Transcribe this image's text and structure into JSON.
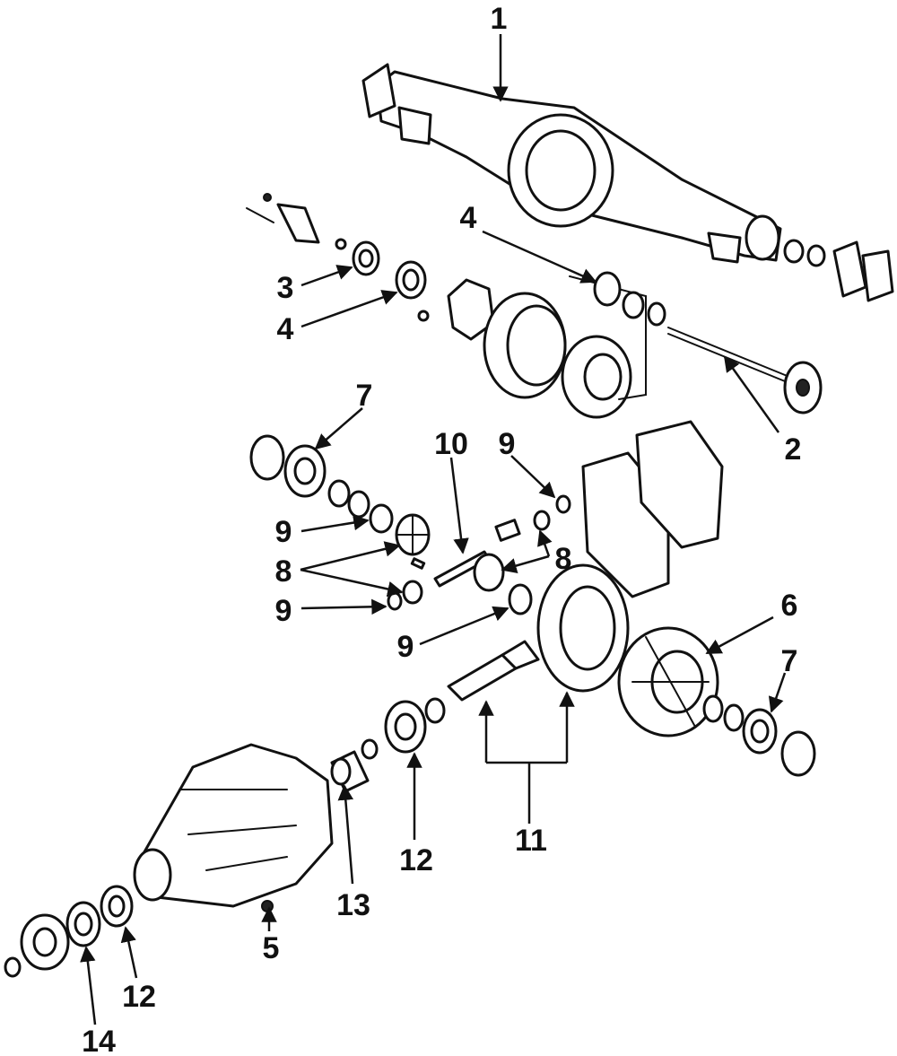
{
  "callouts": [
    {
      "id": "c1",
      "text": "1"
    },
    {
      "id": "c2",
      "text": "2"
    },
    {
      "id": "c3",
      "text": "3"
    },
    {
      "id": "c4a",
      "text": "4"
    },
    {
      "id": "c4b",
      "text": "4"
    },
    {
      "id": "c5",
      "text": "5"
    },
    {
      "id": "c6",
      "text": "6"
    },
    {
      "id": "c7a",
      "text": "7"
    },
    {
      "id": "c7b",
      "text": "7"
    },
    {
      "id": "c8a",
      "text": "8"
    },
    {
      "id": "c8b",
      "text": "8"
    },
    {
      "id": "c9a",
      "text": "9"
    },
    {
      "id": "c9b",
      "text": "9"
    },
    {
      "id": "c9c",
      "text": "9"
    },
    {
      "id": "c9d",
      "text": "9"
    },
    {
      "id": "c10",
      "text": "10"
    },
    {
      "id": "c11",
      "text": "11"
    },
    {
      "id": "c12a",
      "text": "12"
    },
    {
      "id": "c12b",
      "text": "12"
    },
    {
      "id": "c13",
      "text": "13"
    },
    {
      "id": "c14",
      "text": "14"
    }
  ]
}
